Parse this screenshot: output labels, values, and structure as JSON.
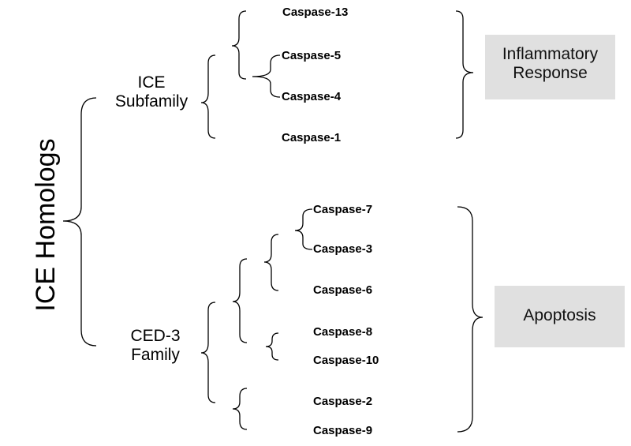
{
  "root": {
    "title": "ICE Homologs"
  },
  "groups": {
    "ice_subfamily": [
      "ICE",
      "Subfamily"
    ],
    "ced3_family": [
      "CED-3",
      "Family"
    ]
  },
  "caspases": {
    "c13": "Caspase-13",
    "c5": "Caspase-5",
    "c4": "Caspase-4",
    "c1": "Caspase-1",
    "c7": "Caspase-7",
    "c3": "Caspase-3",
    "c6": "Caspase-6",
    "c8": "Caspase-8",
    "c10": "Caspase-10",
    "c2": "Caspase-2",
    "c9": "Caspase-9"
  },
  "outcomes": {
    "inflammatory": [
      "Inflammatory",
      "Response"
    ],
    "apoptosis": "Apoptosis"
  },
  "colors": {
    "outcome_box": "#e0e0e0",
    "line": "#000000"
  }
}
